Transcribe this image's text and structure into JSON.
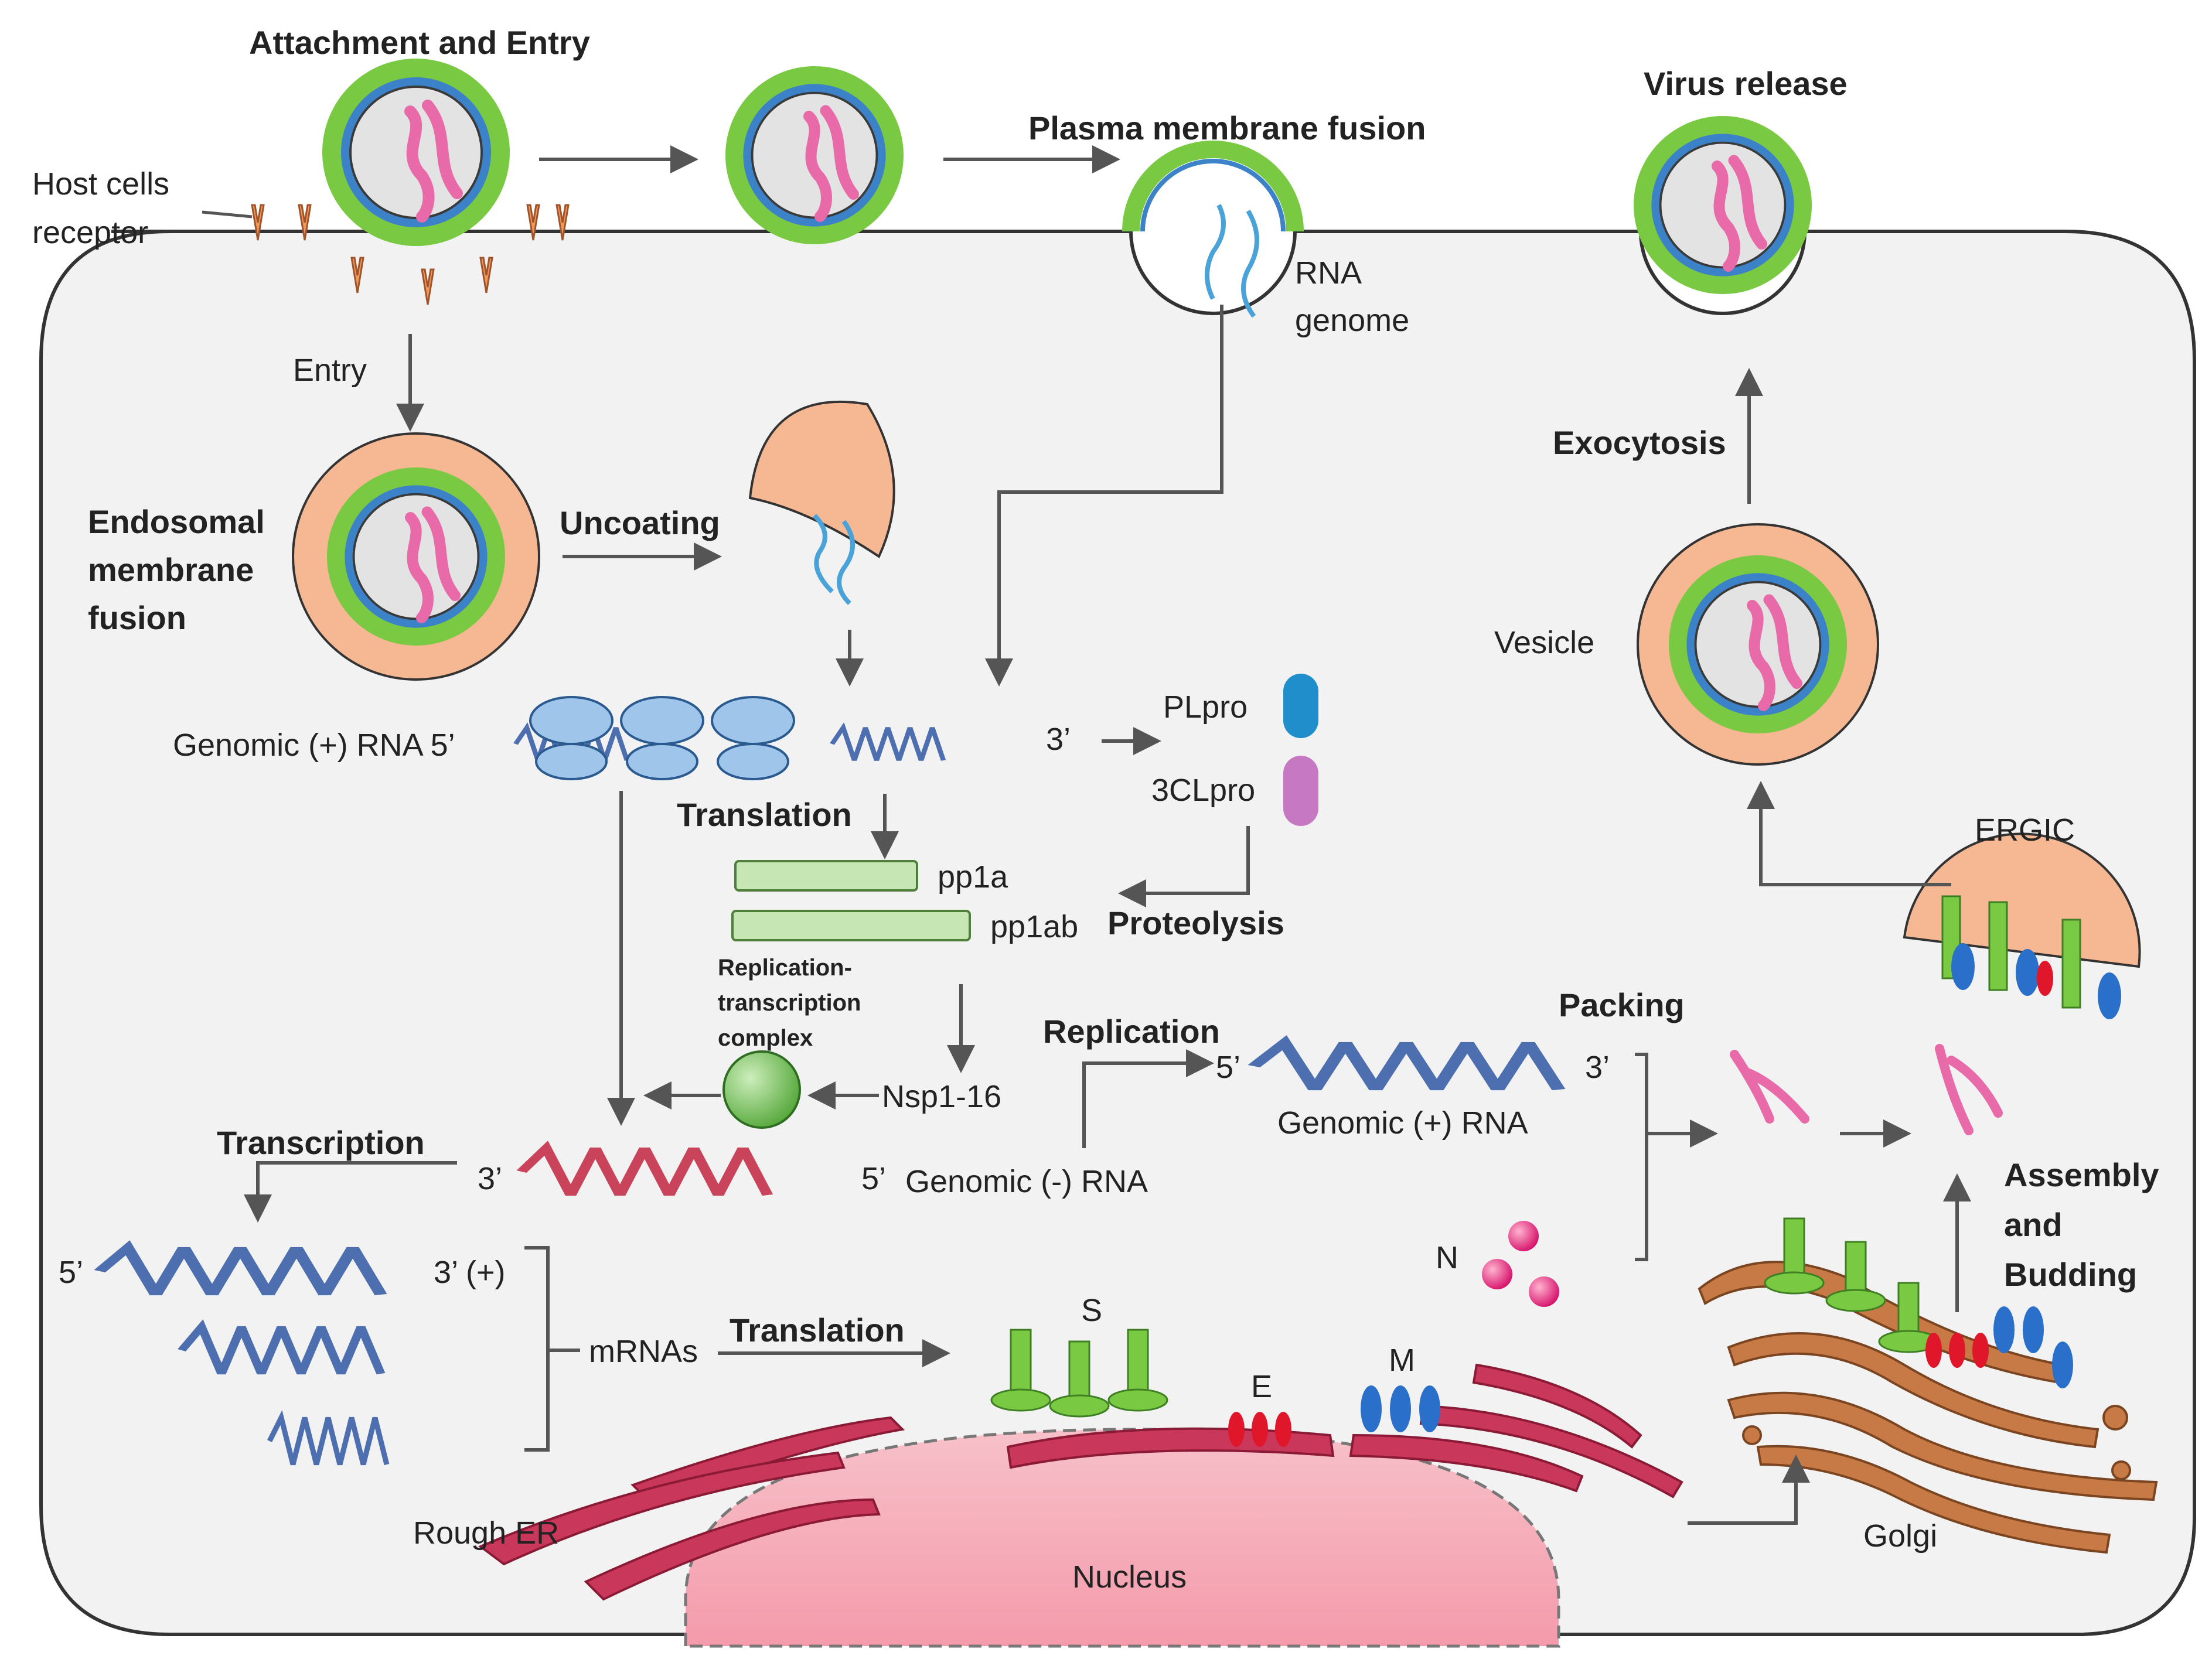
{
  "labels": {
    "attachment_entry": "Attachment and Entry",
    "host_cells": "Host cells",
    "receptor": "receptor",
    "plasma_membrane_fusion": "Plasma membrane fusion",
    "virus_release": "Virus release",
    "rna": "RNA",
    "genome": "genome",
    "entry": "Entry",
    "endosomal_1": "Endosomal",
    "endosomal_2": "membrane",
    "endosomal_3": "fusion",
    "uncoating": "Uncoating",
    "exocytosis": "Exocytosis",
    "vesicle": "Vesicle",
    "genomic_plus_rna_5": "Genomic (+) RNA 5’",
    "three_prime": "3’",
    "plpro": "PLpro",
    "clpro": "3CLpro",
    "translation": "Translation",
    "pp1a": "pp1a",
    "pp1ab": "pp1ab",
    "proteolysis": "Proteolysis",
    "rtc_1": "Replication-",
    "rtc_2": "transcription",
    "rtc_3": "complex",
    "ergic": "ERGIC",
    "replication": "Replication",
    "packing": "Packing",
    "five_prime": "5’",
    "nsp": "Nsp1-16",
    "genomic_plus_rna": "Genomic (+) RNA",
    "transcription": "Transcription",
    "genomic_minus_rna": "Genomic (-) RNA",
    "assembly_1": "Assembly",
    "assembly_2": "and",
    "assembly_3": "Budding",
    "n": "N",
    "three_prime_plus": "3’ (+)",
    "mrnas": "mRNAs",
    "translation2": "Translation",
    "s": "S",
    "e": "E",
    "m": "M",
    "rough_er": "Rough ER",
    "golgi": "Golgi",
    "nucleus": "Nucleus"
  },
  "colors": {
    "spike_green": "#7ac943",
    "membrane_blue": "#2a6fc9",
    "envelope_red": "#e0162b",
    "rna_pink": "#e86aa8",
    "endosome_peach": "#f6b793",
    "er_crimson": "#c9375a",
    "golgi_brown": "#c77a45",
    "nucleus_pink": "#f4aab6",
    "pp_green": "#c6e6b4"
  }
}
